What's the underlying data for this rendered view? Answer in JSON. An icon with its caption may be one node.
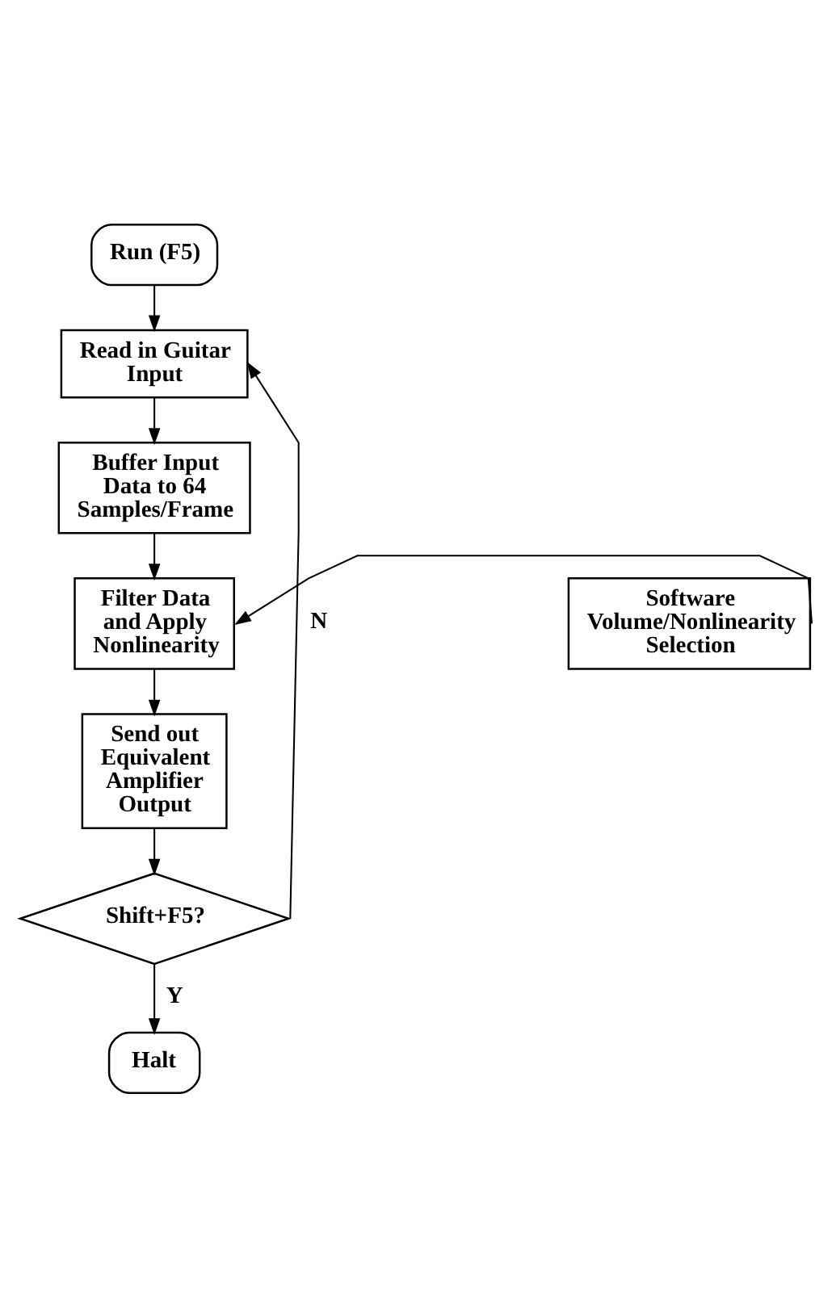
{
  "diagram": {
    "nodes": [
      {
        "text": [
          "Run (F5)"
        ]
      },
      {
        "text": [
          "Read in Guitar Input"
        ]
      },
      {
        "text": [
          "Buffer Input Data to 64 Samples/Frame"
        ]
      },
      {
        "text": [
          "Filter Data and Apply Nonlinearity"
        ]
      },
      {
        "text": [
          "Software Volume/Nonlinearity Selection"
        ]
      },
      {
        "text": [
          "Send out Equivalent Amplifier Output"
        ]
      },
      {
        "text": [
          "Shift+F5?"
        ]
      },
      {
        "text": [
          "Halt"
        ]
      }
    ],
    "edges": [
      {
        "from": 0,
        "to": 1,
        "arrow": "to"
      },
      {
        "from": 1,
        "to": 2,
        "arrow": "to"
      },
      {
        "from": 2,
        "to": 3,
        "arrow": "to"
      },
      {
        "from": 4,
        "to": 3,
        "arrow": "to"
      },
      {
        "from": 3,
        "to": 5,
        "arrow": "to"
      },
      {
        "from": 5,
        "to": 6,
        "arrow": "to"
      },
      {
        "from": 6,
        "to": 7,
        "arrow": "to",
        "label": "Y"
      },
      {
        "from": 6,
        "to": 1,
        "arrow": "to",
        "label": "N"
      }
    ]
  }
}
